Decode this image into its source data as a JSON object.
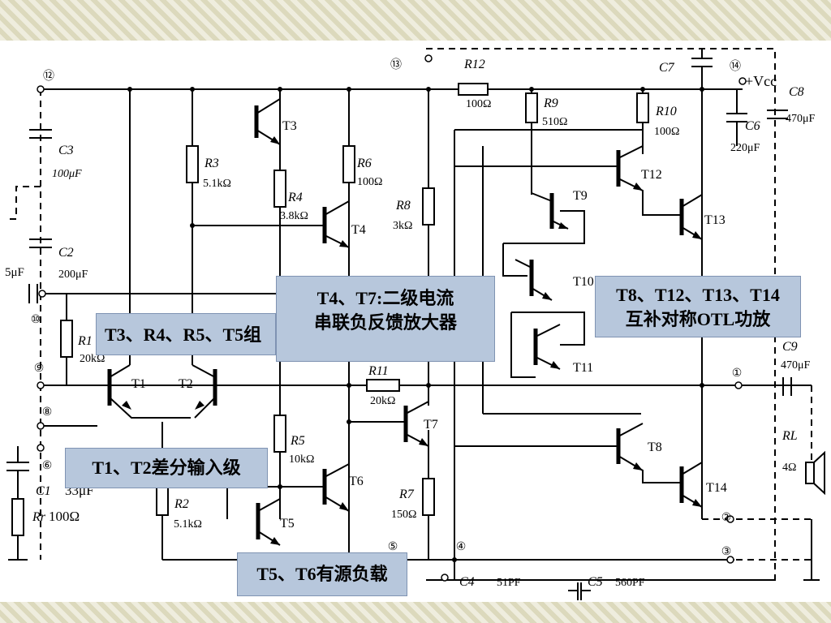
{
  "callouts": {
    "t4_t7": [
      "T4、T7:二级电流",
      "串联负反馈放大器"
    ],
    "t3_t5": "T3、R4、R5、T5组",
    "t8_t14": [
      "T8、T12、T13、T14",
      "互补对称OTL功放"
    ],
    "t1_t2": "T1、T2差分输入级",
    "t5_t6": "T5、T6有源负载"
  },
  "components": {
    "C3": {
      "name": "C3",
      "value": "100μF"
    },
    "C2": {
      "name": "C2",
      "value": "200μF"
    },
    "C1": {
      "name": "C1",
      "value": "33μF"
    },
    "C4": {
      "name": "C4",
      "value": "51PF"
    },
    "C5": {
      "name": "C5",
      "value": "560PF"
    },
    "C6": {
      "name": "C6",
      "value": "220μF"
    },
    "C7": {
      "name": "C7"
    },
    "C8": {
      "name": "C8",
      "value": "470μF"
    },
    "C9": {
      "name": "C9",
      "value": "470μF"
    },
    "R1": {
      "name": "R1",
      "value": "20kΩ"
    },
    "R2": {
      "name": "R2",
      "value": "5.1kΩ"
    },
    "R3": {
      "name": "R3",
      "value": "5.1kΩ"
    },
    "R4": {
      "name": "R4",
      "value": "3.8kΩ"
    },
    "R5": {
      "name": "R5",
      "value": "10kΩ"
    },
    "R6": {
      "name": "R6",
      "value": "100Ω"
    },
    "R7": {
      "name": "R7",
      "value": "150Ω"
    },
    "R8": {
      "name": "R8",
      "value": "3kΩ"
    },
    "R9": {
      "name": "R9",
      "value": "510Ω"
    },
    "R10": {
      "name": "R10",
      "value": "100Ω"
    },
    "R11": {
      "name": "R11",
      "value": "20kΩ"
    },
    "R12": {
      "name": "R12",
      "value": "100Ω"
    },
    "RL": {
      "name": "RL",
      "value": "4Ω"
    },
    "Rr": {
      "name": "Rr",
      "value": "100Ω"
    }
  },
  "misc": {
    "c_5uF": "5μF",
    "vcc": "+Vcc"
  },
  "transistors": [
    "T1",
    "T2",
    "T3",
    "T4",
    "T5",
    "T6",
    "T7",
    "T8",
    "T9",
    "T10",
    "T11",
    "T12",
    "T13",
    "T14"
  ],
  "terminals": [
    "①",
    "②",
    "③",
    "④",
    "⑤",
    "⑥",
    "⑧",
    "⑨",
    "⑩",
    "⑫",
    "⑬",
    "⑭"
  ]
}
